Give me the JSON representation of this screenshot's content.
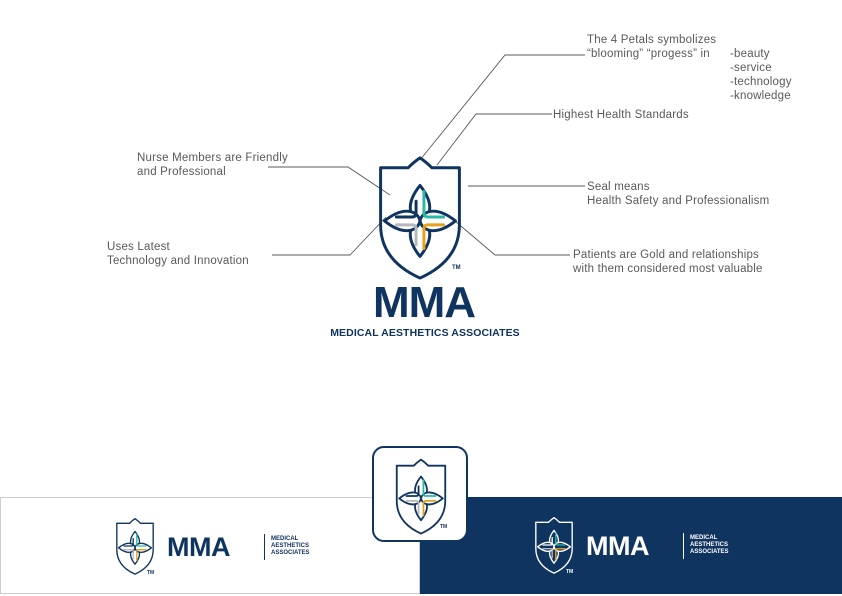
{
  "brand": {
    "wordmark": "MMA",
    "tagline": "MEDICAL AESTHETICS ASSOCIATES",
    "tagline_stacked": "MEDICAL\nAESTHETICS\nASSOCIATES",
    "trademark": "TM"
  },
  "annotations": {
    "petals": "The 4 Petals symbolizes\n“blooming” “progess” in",
    "petals_list": "-beauty\n-service\n-technology\n-knowledge",
    "standards": "Highest Health Standards",
    "nurse": "Nurse Members are Friendly\nand Professional",
    "seal": "Seal means\nHealth Safety and Professionalism",
    "technology": "Uses Latest\nTechnology and Innovation",
    "patients": "Patients are Gold and relationships\nwith them considered most valuable"
  },
  "colors": {
    "navy": "#0f3460",
    "teal": "#2ab7a9",
    "gold": "#e4a11b",
    "gray": "#b7b8ba",
    "text": "#58595b",
    "white": "#ffffff"
  },
  "icons": {
    "logo_mark": "shield-flower-cross-icon",
    "trademark": "trademark-symbol"
  }
}
